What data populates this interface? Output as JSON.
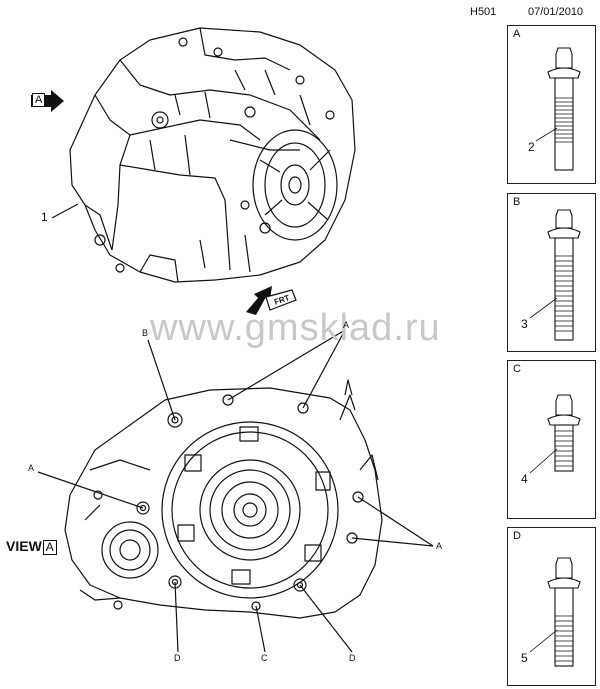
{
  "header": {
    "code": "H501",
    "date": "07/01/2010"
  },
  "watermark": "www.gmsklad.ru",
  "view": {
    "label": "VIEW",
    "box_letter": "A"
  },
  "arrow_a": {
    "letter": "A"
  },
  "frt": {
    "text": "FRT"
  },
  "callouts": {
    "item1": "1",
    "top_labels": {
      "B": "B",
      "A": "A"
    },
    "left_A": "A",
    "right_A": "A",
    "bottom": {
      "D1": "D",
      "C": "C",
      "D2": "D"
    }
  },
  "panels": [
    {
      "letter": "A",
      "number": "2"
    },
    {
      "letter": "B",
      "number": "3"
    },
    {
      "letter": "C",
      "number": "4"
    },
    {
      "letter": "D",
      "number": "5"
    }
  ]
}
